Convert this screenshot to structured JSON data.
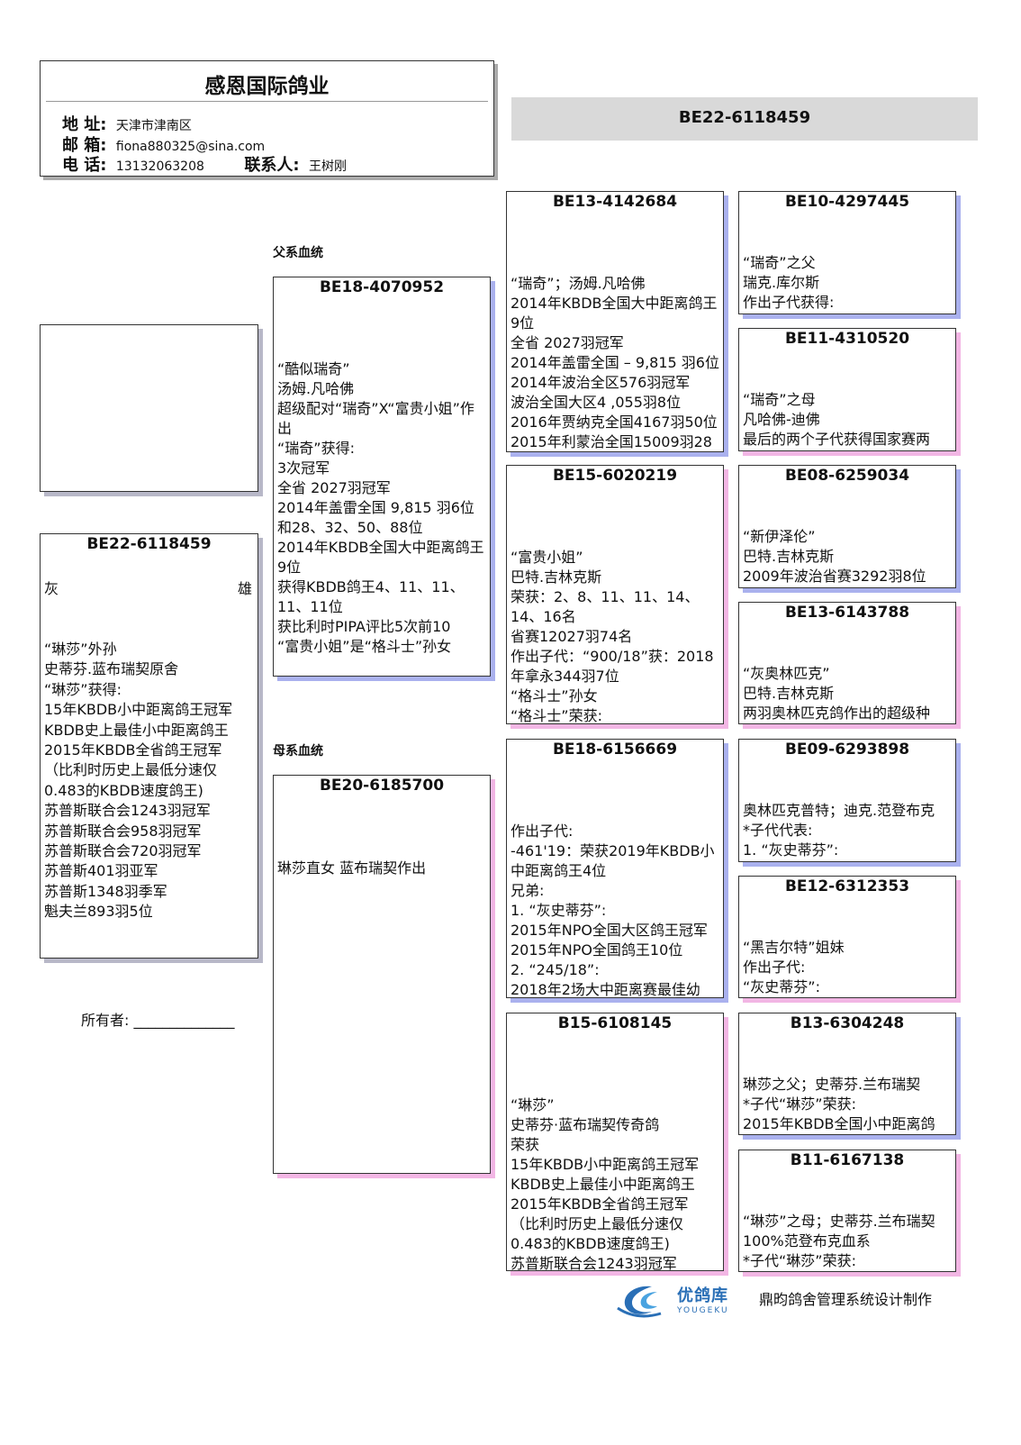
{
  "header": {
    "title": "感恩国际鸽业",
    "address_label": "地 址:",
    "address": "天津市津南区",
    "email_label": "邮 箱:",
    "email": "fiona880325@sina.com",
    "phone_label": "电 话:",
    "phone": "13132063208",
    "contact_label": "联系人:",
    "contact": "王树刚"
  },
  "pigeon_ring": "BE22-6118459",
  "subject": {
    "ring": "BE22-6118459",
    "color": "灰",
    "sex": "雄",
    "notes": "“琳莎”外孙\n史蒂芬.蓝布瑞契原舍\n“琳莎”获得:\n15年KBDB小中距离鸽王冠军\nKBDB史上最佳小中距离鸽王\n2015年KBDB全省鸽王冠军\n（比利时历史上最低分速仅\n0.483的KBDB速度鸽王)\n苏普斯联合会1243羽冠军\n苏普斯联合会958羽冠军\n苏普斯联合会720羽冠军\n苏普斯401羽亚军\n苏普斯1348羽季军\n魁夫兰893羽5位"
  },
  "owner_label": "所有者:",
  "owner_blank": "______________",
  "sire_section": "父系血统",
  "dam_section": "母系血统",
  "sire": {
    "ring": "BE18-4070952",
    "notes": "“酷似瑞奇”\n汤姆.凡哈佛\n超级配对“瑞奇”X“富贵小姐”作出\n“瑞奇”获得:\n3次冠军\n全省 2027羽冠军\n2014年盖雷全国 9,815 羽6位和28、32、50、88位\n2014年KBDB全国大中距离鸽王9位\n获得KBDB鸽王4、11、11、11、11位\n获比利时PIPA评比5次前10\n“富贵小姐”是“格斗士”孙女"
  },
  "dam": {
    "ring": "BE20-6185700",
    "notes": "琳莎直女 蓝布瑞契作出"
  },
  "grandparents": [
    {
      "ring": "BE13-4142684",
      "notes": "“瑞奇”；汤姆.凡哈佛\n2014年KBDB全国大中距离鸽王9位\n全省 2027羽冠军\n2014年盖雷全国 – 9,815 羽6位\n2014年波治全区576羽冠军\n波治全国大区4 ,055羽8位\n2016年贾纳克全国4167羽50位\n2015年利蒙治全国15009羽28"
    },
    {
      "ring": "BE15-6020219",
      "notes": "“富贵小姐”\n巴特.吉林克斯\n荣获：2、8、11、11、14、14、16名\n省赛12027羽74名\n作出子代：“900/18”获：2018年拿永344羽7位\n“格斗士”孙女\n“格斗士”荣获:"
    },
    {
      "ring": "BE18-6156669",
      "notes": "作出子代:\n-461'19：荣获2019年KBDB小中距离鸽王4位\n兄弟:\n1. “灰史蒂芬”:\n2015年NPO全国大区鸽王冠军\n2015年NPO全国鸽王10位\n2. “245/18”:\n2018年2场大中距离赛最佳幼"
    },
    {
      "ring": "B15-6108145",
      "notes": "“琳莎”\n史蒂芬·蓝布瑞契传奇鸽\n荣获\n15年KBDB小中距离鸽王冠军\nKBDB史上最佳小中距离鸽王\n2015年KBDB全省鸽王冠军\n（比利时历史上最低分速仅\n0.483的KBDB速度鸽王)\n苏普斯联合会1243羽冠军"
    }
  ],
  "great_grandparents": [
    {
      "ring": "BE10-4297445",
      "notes": "“瑞奇”之父\n瑞克.库尔斯\n作出子代获得:"
    },
    {
      "ring": "BE11-4310520",
      "notes": "“瑞奇”之母\n凡哈佛-迪佛\n最后的两个子代获得国家赛两"
    },
    {
      "ring": "BE08-6259034",
      "notes": "“新伊泽伦”\n巴特.吉林克斯\n2009年波治省赛3292羽8位"
    },
    {
      "ring": "BE13-6143788",
      "notes": "“灰奥林匹克”\n巴特.吉林克斯\n两羽奥林匹克鸽作出的超级种"
    },
    {
      "ring": "BE09-6293898",
      "notes": "奥林匹克普特；迪克.范登布克\n*子代代表:\n1. “灰史蒂芬”:"
    },
    {
      "ring": "BE12-6312353",
      "notes": "“黑吉尔特”姐妹\n作出子代:\n“灰史蒂芬”:"
    },
    {
      "ring": "B13-6304248",
      "notes": "琳莎之父；史蒂芬.兰布瑞契\n*子代“琳莎”荣获:\n2015年KBDB全国小中距离鸽"
    },
    {
      "ring": "B11-6167138",
      "notes": "“琳莎”之母；史蒂芬.兰布瑞契\n100%范登布克血系\n*子代“琳莎”荣获:"
    }
  ],
  "footer": {
    "logo_text": "优鸽库",
    "logo_sub": "YOUGEKU",
    "text": "鼎昀鸽舍管理系统设计制作"
  }
}
